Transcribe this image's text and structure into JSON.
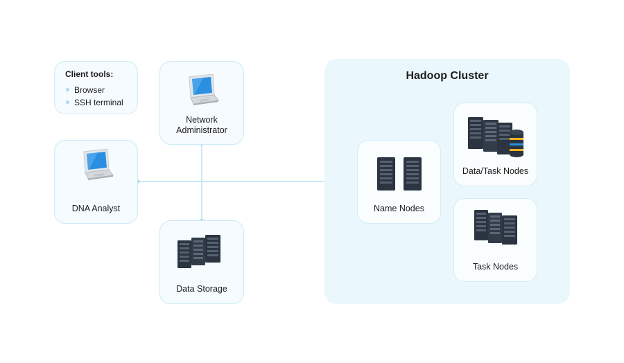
{
  "client_tools": {
    "title": "Client tools:",
    "items": [
      {
        "label": "Browser"
      },
      {
        "label": "SSH terminal"
      }
    ]
  },
  "nodes": {
    "network_admin": {
      "label": "Network Administrator",
      "icon": "laptop-icon"
    },
    "dna_analyst": {
      "label": "DNA Analyst",
      "icon": "laptop-icon"
    },
    "data_storage": {
      "label": "Data Storage",
      "icon": "server-rack-icon"
    }
  },
  "cluster": {
    "title": "Hadoop Cluster",
    "nodes": {
      "name_nodes": {
        "label": "Name Nodes",
        "icon": "server-rack-icon"
      },
      "data_task_nodes": {
        "label": "Data/Task Nodes",
        "icon": "database-icon"
      },
      "task_nodes": {
        "label": "Task Nodes",
        "icon": "server-rack-icon"
      }
    }
  },
  "colors": {
    "connector": "#b7e3f2",
    "box_border": "#cdeaf6",
    "cluster_bg": "#eaf7fc",
    "laptop_screen": "#2a8fe0"
  }
}
